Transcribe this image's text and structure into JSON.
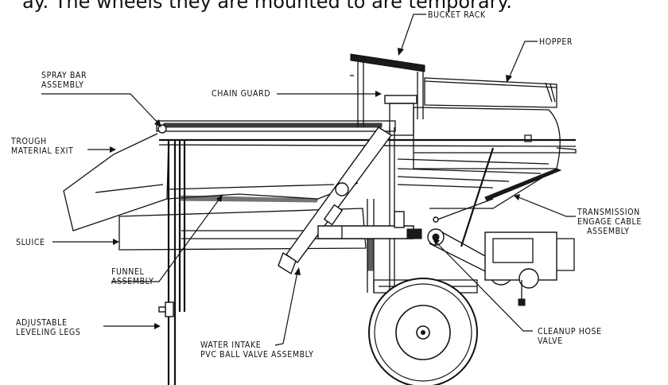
{
  "header_fragment": "ay. The wheels they are mounted to are temporary.",
  "labels": {
    "bucket_rack": "BUCKET RACK",
    "hopper": "HOPPER",
    "spray_bar_1": "SPRAY BAR",
    "spray_bar_2": "ASSEMBLY",
    "chain_guard": "CHAIN GUARD",
    "trough_1": "TROUGH",
    "trough_2": "MATERIAL EXIT",
    "transmission_1": "TRANSMISSION",
    "transmission_2": "ENGAGE CABLE",
    "transmission_3": "ASSEMBLY",
    "sluice": "SLUICE",
    "funnel_1": "FUNNEL",
    "funnel_2": "ASSEMBLY",
    "legs_1": "ADJUSTABLE",
    "legs_2": "LEVELING LEGS",
    "intake_1": "WATER INTAKE",
    "intake_2": "PVC BALL VALVE ASSEMBLY",
    "cleanup_1": "CLEANUP HOSE",
    "cleanup_2": "VALVE"
  }
}
